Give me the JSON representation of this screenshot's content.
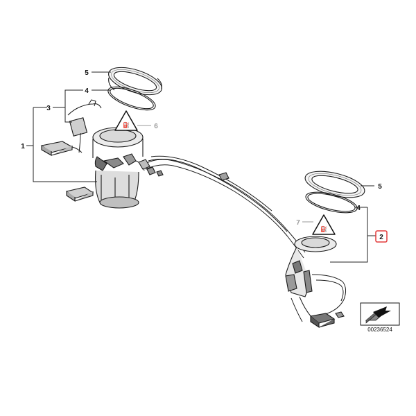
{
  "callouts": {
    "left_1": "1",
    "left_3": "3",
    "left_4": "4",
    "left_5": "5",
    "left_6": "6",
    "right_5": "5",
    "right_4": "4",
    "right_7": "7",
    "right_2": "2"
  },
  "reference_number": "00236524",
  "icons": [
    "warning-triangle-icon",
    "pump-part-icon",
    "orientation-arrow-icon"
  ],
  "colors": {
    "highlight_box": "#e23b3b",
    "grey_callout": "#9a9a9a",
    "line": "#222222"
  }
}
